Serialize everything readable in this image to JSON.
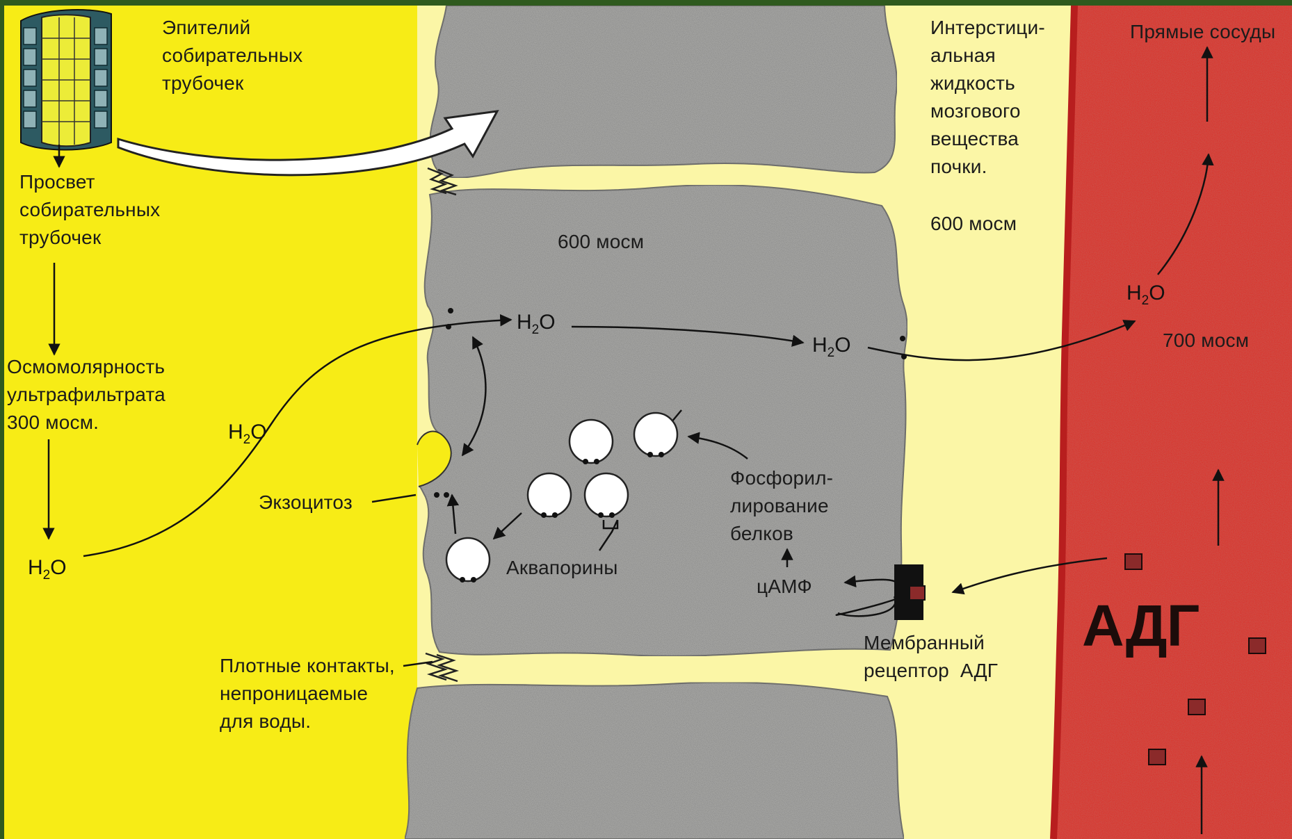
{
  "labels": {
    "epithelium": [
      "Эпителий",
      "собирательных",
      "трубочек"
    ],
    "lumen": [
      "Просвет",
      "собирательных",
      "трубочек"
    ],
    "osmolarity": [
      "Осмомолярность",
      "ультрафильтрата",
      "300 мосм."
    ],
    "interstitial": [
      "Интерстици-",
      "альная",
      "жидкость",
      "мозгового",
      "вещества",
      "почки."
    ],
    "vasa_recta": "Прямые сосуды",
    "interstitial_osm": "600 мосм",
    "cell_osm": "600 мосм",
    "blood_osm": "700 мосм",
    "exocytosis": "Экзоцитоз",
    "aquaporins": "Аквапорины",
    "phosphorylation": [
      "Фосфорил-",
      "лирование",
      "белков"
    ],
    "camp": "цАМФ",
    "receptor": [
      "Мембранный",
      "рецептор  АДГ"
    ],
    "tight_junctions": [
      "Плотные контакты,",
      "непроницаемые",
      "для воды."
    ],
    "adh": "АДГ",
    "water": {
      "base": "H",
      "sub": "2",
      "tail": "O"
    }
  },
  "colors": {
    "lumen_yellow": "#f7ec16",
    "interstitium_pale": "#fbf6a6",
    "cell_gray": "#a7a7a5",
    "blood_red": "#d9302a",
    "adh_particle": "#8b2a2a",
    "receptor": "#111111"
  },
  "icons": {
    "tubule": "collecting-tubule-illustration",
    "vesicle": "aquaporin-vesicle-icon"
  }
}
